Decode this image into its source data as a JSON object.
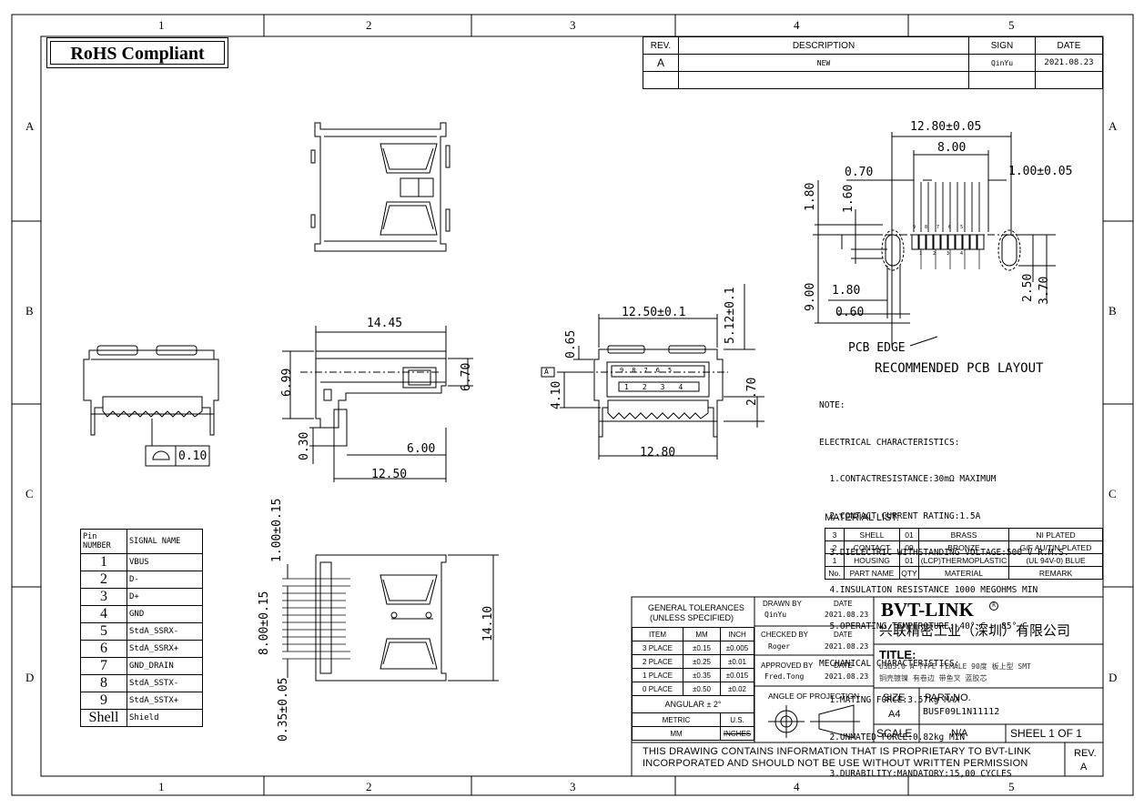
{
  "border": {
    "cols": [
      "1",
      "2",
      "3",
      "4",
      "5"
    ],
    "rows": [
      "A",
      "B",
      "C",
      "D"
    ]
  },
  "rohs": "RoHS Compliant",
  "revision_table": {
    "headers": [
      "REV.",
      "DESCRIPTION",
      "SIGN",
      "DATE"
    ],
    "rows": [
      [
        "A",
        "NEW",
        "QinYu",
        "2021.08.23"
      ]
    ]
  },
  "dims": {
    "side_1445": "14.45",
    "side_699": "6.99",
    "side_670": "6.70",
    "side_030": "0.30",
    "side_600": "6.00",
    "side_1250": "12.50",
    "front_1250": "12.50±0.1",
    "front_065": "0.65",
    "front_410": "4.10",
    "front_512": "5.12±0.1",
    "front_270": "2.70",
    "front_1280": "12.80",
    "front_datum": "A",
    "flat": "0.10",
    "bot_100": "1.00±0.15",
    "bot_800": "8.00±0.15",
    "bot_035": "0.35±0.05",
    "bot_1410": "14.10",
    "pcb_1280": "12.80±0.05",
    "pcb_800": "8.00",
    "pcb_070": "0.70",
    "pcb_100": "1.00±0.05",
    "pcb_180a": "1.80",
    "pcb_160": "1.60",
    "pcb_900": "9.00",
    "pcb_180b": "1.80",
    "pcb_060": "0.60",
    "pcb_250": "2.50",
    "pcb_370": "3.70",
    "pcb_edge": "PCB EDGE",
    "pcb_title": "RECOMMENDED PCB LAYOUT"
  },
  "front_pins_top": [
    "9",
    "8",
    "7",
    "6",
    "5"
  ],
  "front_pins_bot": [
    "1",
    "2",
    "3",
    "4"
  ],
  "pcb_pads_top": [
    "9",
    "8",
    "7",
    "6",
    "5"
  ],
  "pcb_pads_bot": [
    "1",
    "2",
    "3",
    "4"
  ],
  "notes": [
    "NOTE:",
    "ELECTRICAL CHARACTERISTICS:",
    "  1.CONTACTRESISTANCE:30mΩ MAXIMUM",
    "  2.CONTACT CURRENT RATING:1.5A",
    "  3.DIELECTRIC WITHSTANDING VOLTAGE:500 V R.M.S.",
    "  4.INSULATION RESISTANCE 1000 MEGOHMS MIN",
    "  5.OPERATING TEMPEROTURE:-40° C ~ 85° C",
    "MECHANICAL CHARACTERISTICS:",
    "  1.MATING FORCE:3.57kg MAX",
    "  2.UNMATED FORCE:0.82kg MIN",
    "  3.DURABILITY:MANDATORY:15,00 CYCLES"
  ],
  "material": {
    "title": "MATERIAL LIST:",
    "rows": [
      [
        "3",
        "SHELL",
        "01",
        "BRASS",
        "NI PLATED"
      ],
      [
        "2",
        "CONTACT",
        "09",
        "BRONZE",
        "G/F AU/TIN PLATED"
      ],
      [
        "1",
        "HOUSING",
        "01",
        "(LCP)THERMOPLASTIC",
        "(UL 94V-0) BLUE"
      ]
    ],
    "header": [
      "No.",
      "PART NAME",
      "QTY",
      "MATERIAL",
      "REMARK"
    ]
  },
  "pins": {
    "header": [
      "Pin NUMBER",
      "SIGNAL NAME"
    ],
    "rows": [
      [
        "1",
        "VBUS"
      ],
      [
        "2",
        "D-"
      ],
      [
        "3",
        "D+"
      ],
      [
        "4",
        "GND"
      ],
      [
        "5",
        "StdA_SSRX-"
      ],
      [
        "6",
        "StdA_SSRX+"
      ],
      [
        "7",
        "GND_DRAIN"
      ],
      [
        "8",
        "StdA_SSTX-"
      ],
      [
        "9",
        "StdA_SSTX+"
      ],
      [
        "Shell",
        "Shield"
      ]
    ]
  },
  "tolerances": {
    "title1": "GENERAL TOLERANCES",
    "title2": "(UNLESS SPECIFIED)",
    "header": [
      "ITEM",
      "MM",
      "INCH"
    ],
    "rows": [
      [
        "3 PLACE",
        "±0.15",
        "±0.005"
      ],
      [
        "2 PLACE",
        "±0.25",
        "±0.01"
      ],
      [
        "1 PLACE",
        "±0.35",
        "±0.015"
      ],
      [
        "0 PLACE",
        "±0.50",
        "±0.02"
      ]
    ],
    "angular": "ANGULAR ± 2°",
    "metric": "METRIC",
    "us": "U.S.",
    "mm": "MM",
    "inches": "INCHES"
  },
  "title_block": {
    "drawn_by": "DRAWN BY",
    "drawn_name": "QinYu",
    "checked_by": "CHECKED BY",
    "checked_name": "Roger",
    "approved_by": "APPROVED BY",
    "approved_name": "Fred.Tong",
    "date_label": "DATE",
    "date_val": "2021.08.23",
    "angle": "ANGLE OF PROJECTION",
    "company": "BVT-LINK",
    "company_cn": "兴联精密工业（深圳）有限公司",
    "title_label": "TITLE:",
    "title_1": "USB3.0 A TYPE FEMALE 90度 板上型 SMT",
    "title_2": "铜壳镀镍 有卷边 带鱼叉 蓝胶芯",
    "size_label": "SIZE",
    "size_val": "A4",
    "part_label": "PART NO.",
    "part_val": "BUSF09L1N11112",
    "scale_label": "SCALE",
    "scale_val": "N/A",
    "sheet": "SHEEL 1 OF 1",
    "rev_label": "REV.",
    "rev_val": "A",
    "prop_1": "THIS DRAWING CONTAINS INFORMATION THAT IS PROPRIETARY TO BVT-LINK",
    "prop_2": "INCORPORATED AND SHOULD NOT BE USE WITHOUT WRITTEN PERMISSION"
  }
}
